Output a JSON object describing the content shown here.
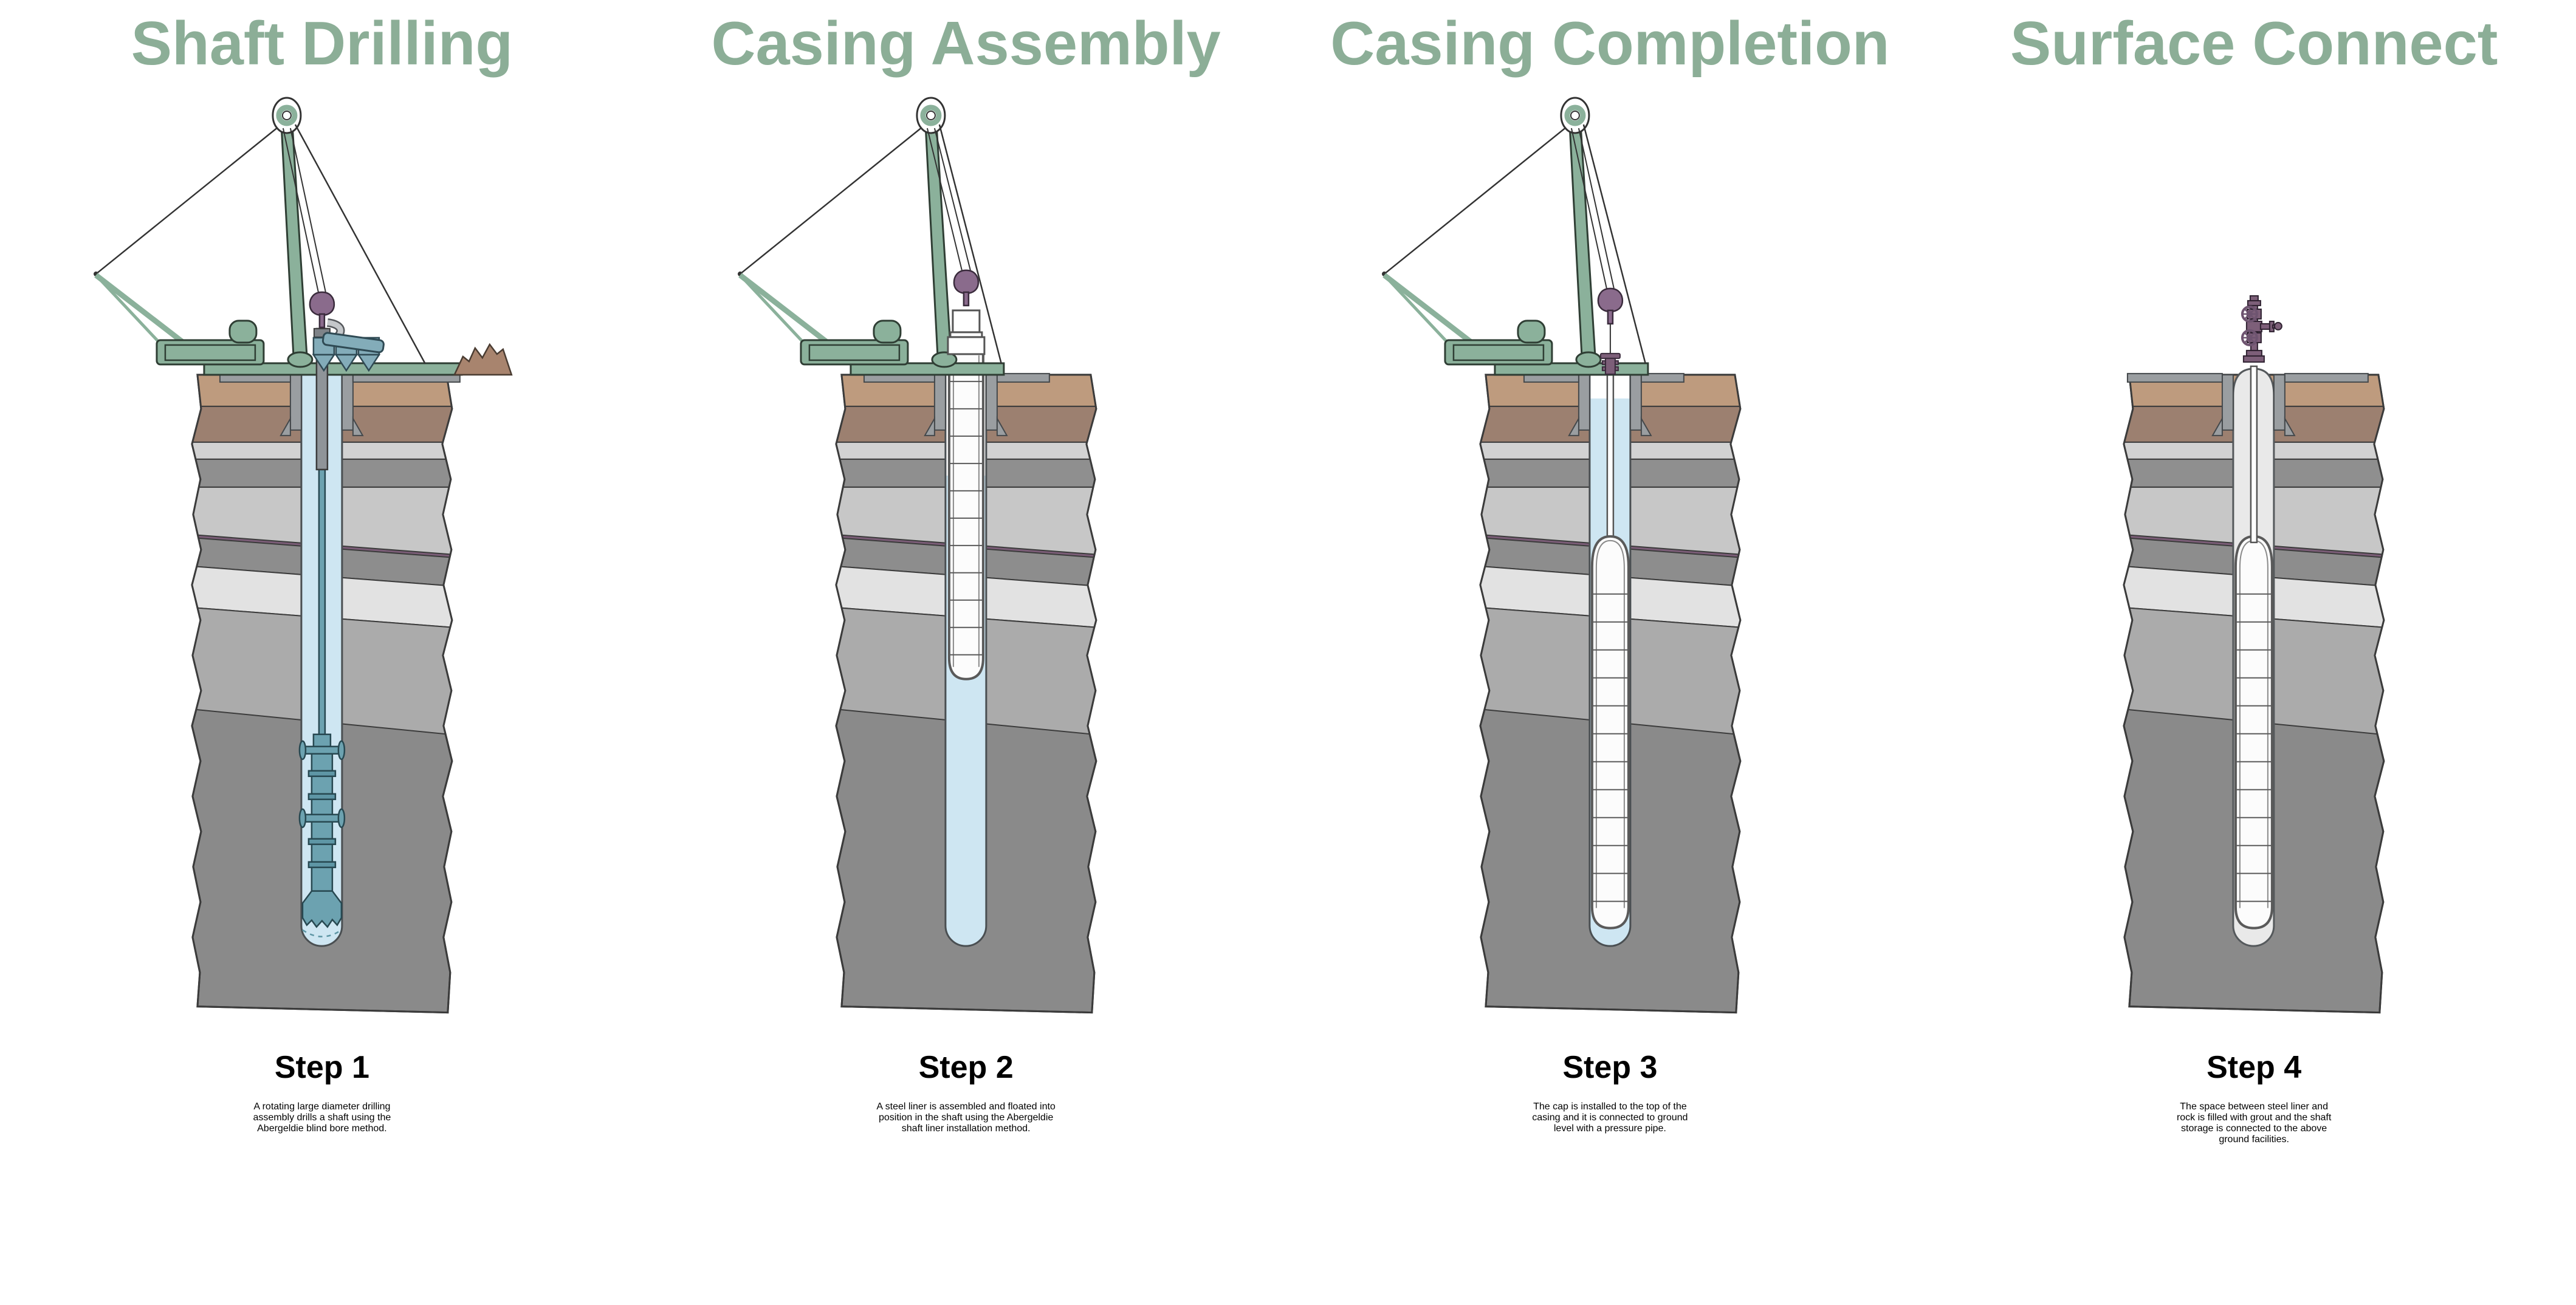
{
  "page": {
    "background": "#FFFFFF"
  },
  "colors": {
    "title_green": "#8CAE97",
    "rig_green": "#8BB19B",
    "hopper_teal": "#83ACB9",
    "drill_teal": "#6CA2B0",
    "swivel_purple": "#8A6B8C",
    "wellhead_purple": "#7D5F79",
    "water_blue": "#CEE6F2",
    "grout_gray": "#E9E9E9",
    "liner_white": "#FCFCFC",
    "pipe_gray": "#8F9499",
    "collar_gray": "#9A9EA1",
    "topsoil_tan": "#BE9B7E",
    "subsoil_brown": "#9C8070",
    "rock_light_gray": "#C7C7C7",
    "rock_mid_gray": "#8F8F8F",
    "rock_pale_gray": "#E2E2E2",
    "rock_deep_gray": "#8A8A8A",
    "seam_purple": "#7B5D77",
    "spoil_brown": "#A8846E",
    "text_black": "#000000"
  },
  "panels": [
    {
      "id": "shaft-drilling",
      "title": "Shaft Drilling",
      "step_label": "Step 1",
      "description": "A rotating large diameter drilling assembly drills a shaft using the Abergeldie blind bore method.",
      "lines": [
        "A rotating large diameter drilling",
        "assembly drills a shaft using the",
        "Abergeldie blind bore method."
      ]
    },
    {
      "id": "casing-assembly",
      "title": "Casing Assembly",
      "step_label": "Step 2",
      "description": "A steel liner is assembled and floated into position in the shaft using the Abergeldie shaft liner installation method.",
      "lines": [
        "A steel liner is assembled and floated into",
        "position in the shaft using the Abergeldie",
        "shaft liner installation method."
      ]
    },
    {
      "id": "casing-completion",
      "title": "Casing Completion",
      "step_label": "Step 3",
      "description": "The cap is installed to the top of the casing and it is connected to ground level with a pressure pipe.",
      "lines": [
        "The cap is installed to the top of the",
        "casing and it is connected to ground",
        "level with a pressure pipe."
      ]
    },
    {
      "id": "surface-connect",
      "title": "Surface Connect",
      "step_label": "Step 4",
      "description": "The space between steel liner and rock is filled with grout and the shaft storage is connected to the above ground facilities.",
      "lines": [
        "The space between steel liner and",
        "rock is filled with grout and the shaft",
        "storage is connected to the above",
        "ground facilities."
      ]
    }
  ]
}
